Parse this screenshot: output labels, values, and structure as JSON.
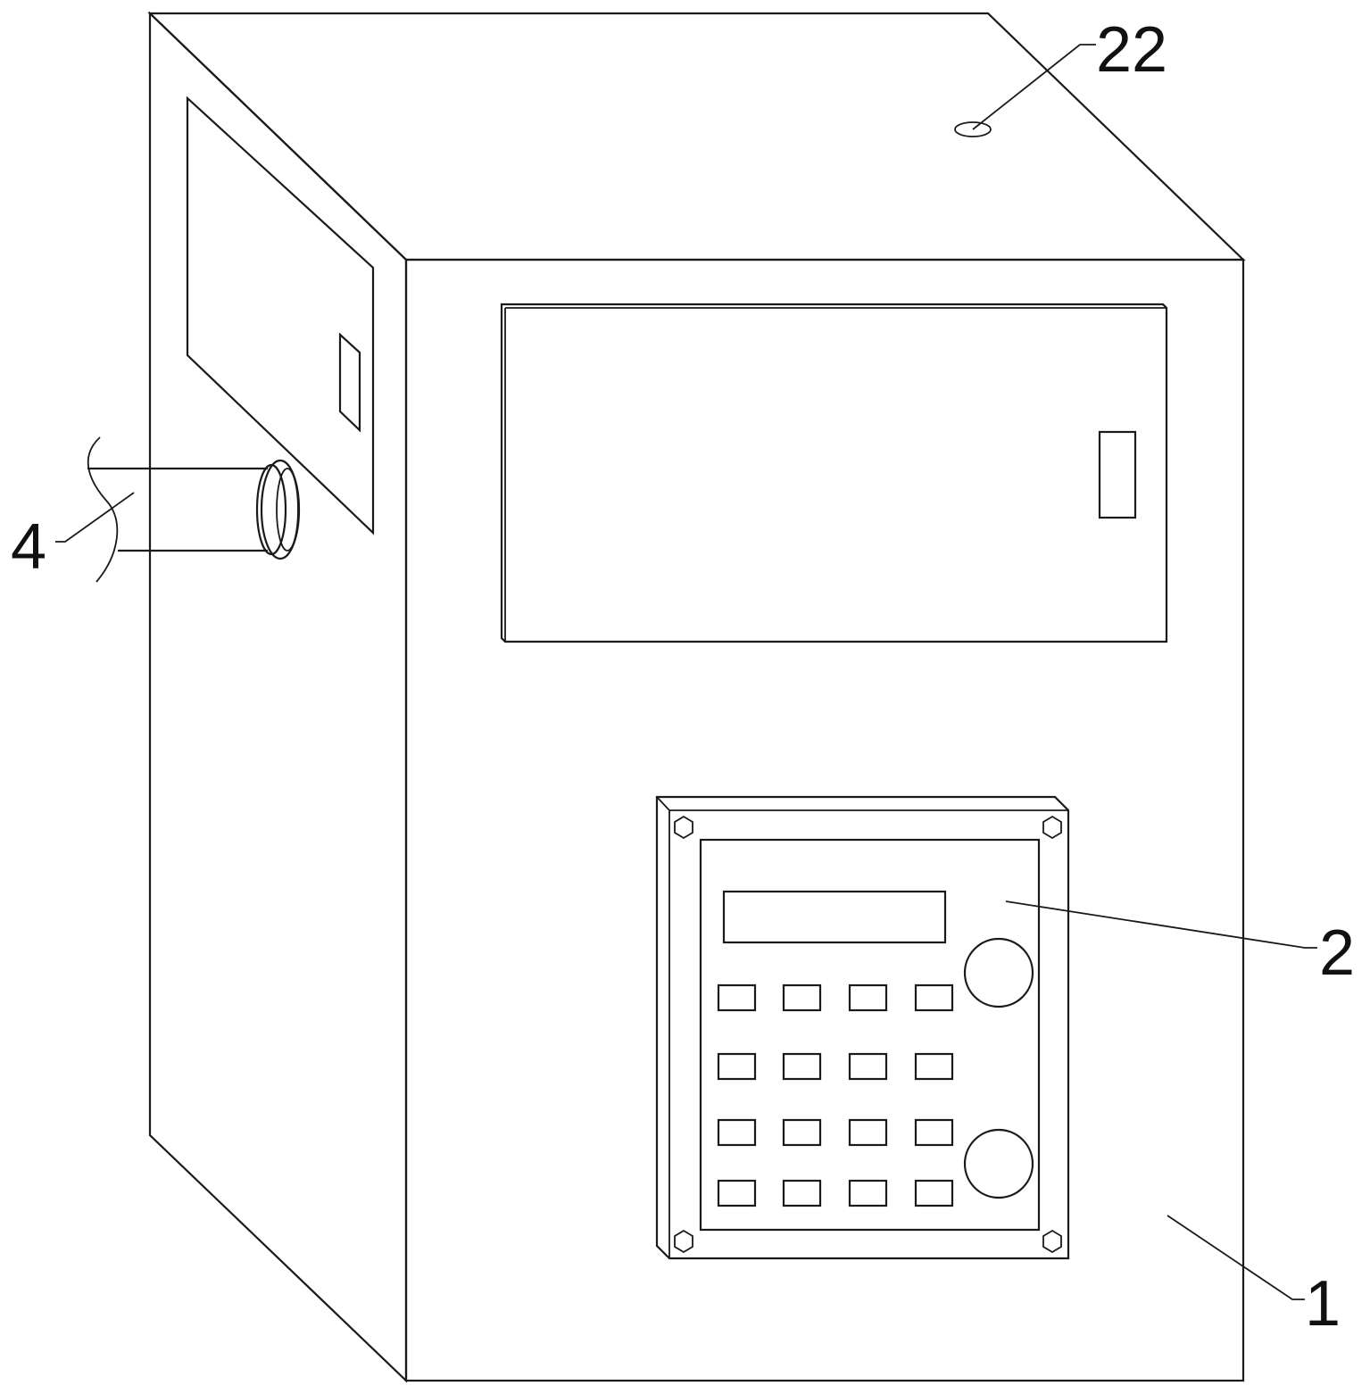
{
  "labels": {
    "housing": "1",
    "control_panel": "2",
    "pipe": "4",
    "top_port": "22"
  },
  "colors": {
    "line": "#1a1a1a",
    "background": "#ffffff",
    "text": "#111111"
  }
}
